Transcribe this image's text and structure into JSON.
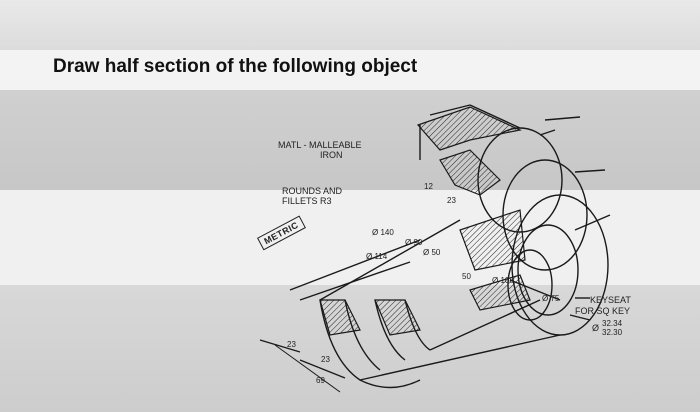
{
  "header": {
    "title": "Draw half section of the following object"
  },
  "notes": {
    "material_line1": "MATL - MALLEABLE",
    "material_line2": "IRON",
    "rounds_line1": "ROUNDS AND",
    "rounds_line2": "FILLETS R3",
    "metric": "METRIC"
  },
  "dimensions": {
    "d12": "12",
    "d23_top": "23",
    "dia140": "Ø 140",
    "dia114": "Ø 114",
    "dia90": "Ø 90",
    "dia50": "Ø 50",
    "d50": "50",
    "dia108": "Ø 108",
    "dia75": "Ø 75",
    "d23_left": "23",
    "d23_bottom": "23",
    "d69": "69",
    "tol_upper": "32.34",
    "tol_lower": "32.30",
    "tol_symbol": "Ø"
  },
  "keyseat": {
    "line1": "KEYSEAT",
    "line2": "FOR SQ KEY"
  }
}
